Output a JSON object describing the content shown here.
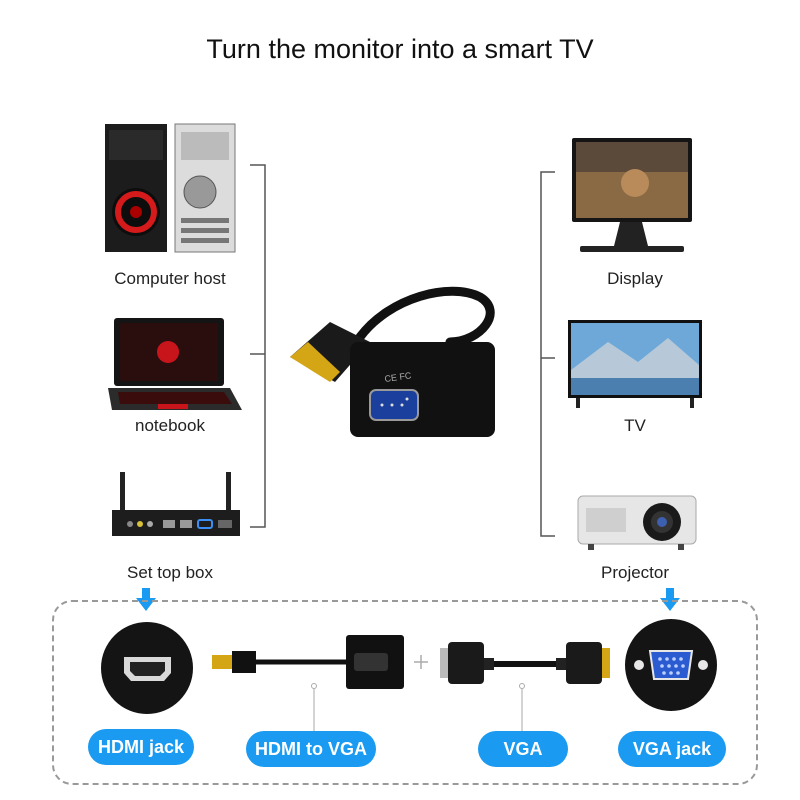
{
  "title": "Turn the monitor into a smart TV",
  "left_devices": [
    {
      "label": "Computer host",
      "icon": "computer-host-icon"
    },
    {
      "label": "notebook",
      "icon": "laptop-icon"
    },
    {
      "label": "Set top box",
      "icon": "set-top-box-icon"
    }
  ],
  "right_devices": [
    {
      "label": "Display",
      "icon": "monitor-icon"
    },
    {
      "label": "TV",
      "icon": "tv-icon"
    },
    {
      "label": "Projector",
      "icon": "projector-icon"
    }
  ],
  "adapter_text": "CE FC",
  "legend": [
    {
      "label": "HDMI jack"
    },
    {
      "label": "HDMI to VGA"
    },
    {
      "label": "VGA"
    },
    {
      "label": "VGA jack"
    }
  ],
  "colors": {
    "accent": "#1a9af0",
    "bracket": "#555555",
    "dashed_border": "#999999",
    "cable": "#111111",
    "gold": "#d4a514"
  }
}
